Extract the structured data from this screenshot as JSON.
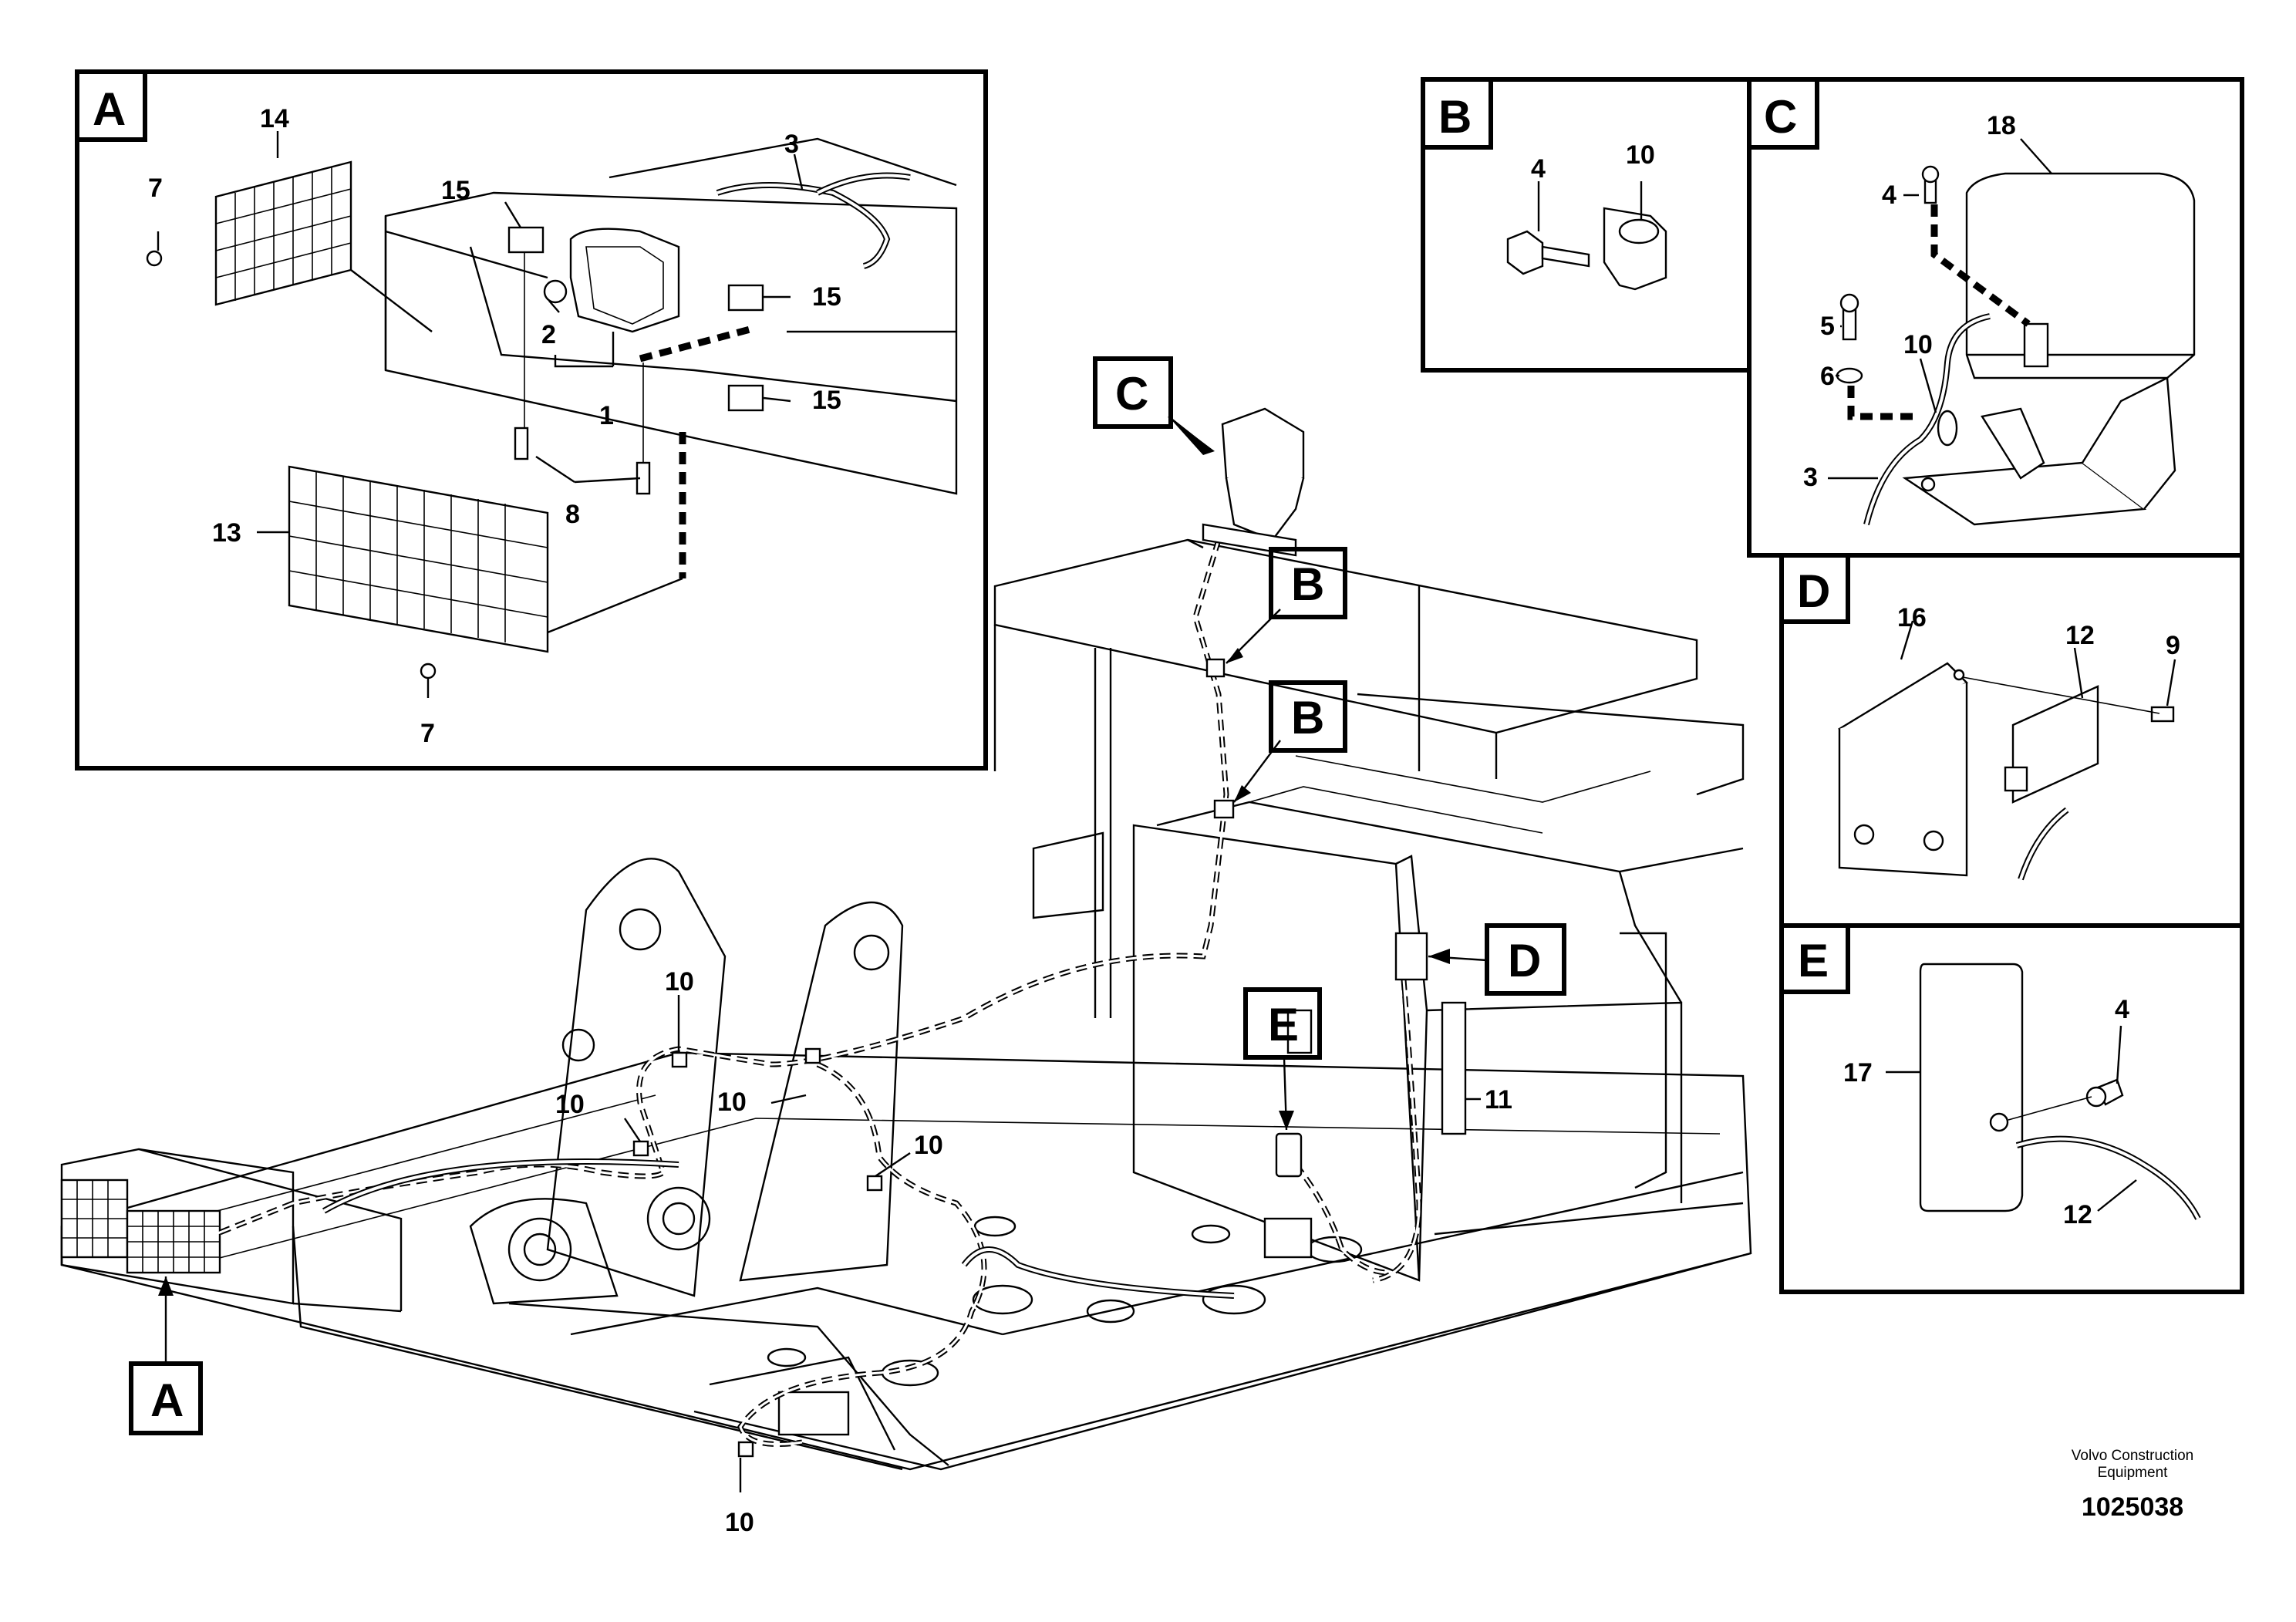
{
  "callouts": {
    "n1": "1",
    "n2": "2",
    "n3": "3",
    "n4": "4",
    "n5": "5",
    "n6": "6",
    "n7": "7",
    "n8": "8",
    "n9": "9",
    "n10": "10",
    "n11": "11",
    "n12": "12",
    "n13": "13",
    "n14": "14",
    "n15": "15",
    "n16": "16",
    "n17": "17",
    "n18": "18"
  },
  "detail_letters": {
    "a": "A",
    "b": "B",
    "c": "C",
    "d": "D",
    "e": "E"
  },
  "footer": {
    "company_line1": "Volvo Construction",
    "company_line2": "Equipment",
    "drawing_number": "1025038"
  }
}
